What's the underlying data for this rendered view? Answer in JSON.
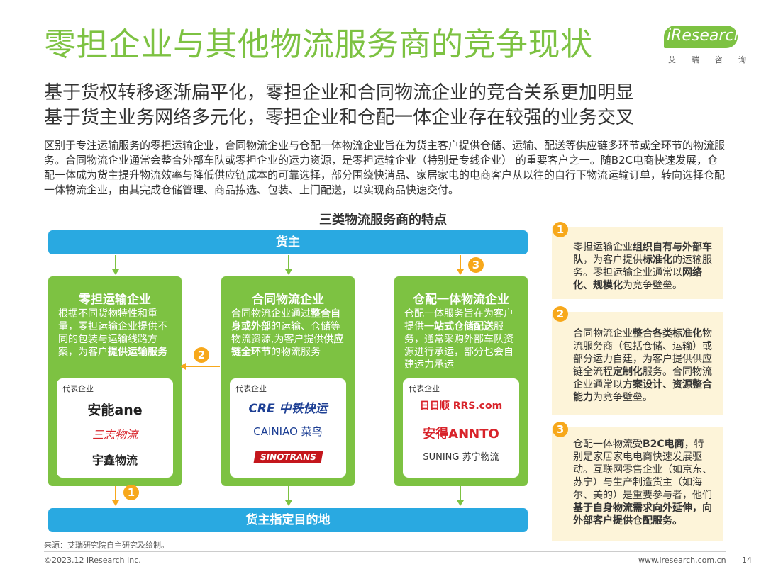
{
  "header": {
    "title": "零担企业与其他物流服务商的竞争现状",
    "logo_text": "iResearch",
    "logo_sub": "艾瑞咨询",
    "subtitle1": "基于货权转移逐渐扁平化，零担企业和合同物流企业的竞合关系更加明显",
    "subtitle2": "基于货主业务网络多元化，零担企业和仓配一体企业存在较强的业务交叉"
  },
  "intro": "区别于专注运输服务的零担运输企业，合同物流企业与仓配一体物流企业旨在为货主客户提供仓储、运输、配送等供应链多环节或全环节的物流服务。合同物流企业通常会整合外部车队或零担企业的运力资源，是零担运输企业（特别是专线企业） 的重要客户之一。随B2C电商快速发展，仓配一体成为货主提升物流效率与降低供应链成本的可靠选择，部分围绕快消品、家居家电的电商客户从以往的自行下物流运输订单，转向选择仓配一体物流企业，由其完成仓储管理、商品拣选、包装、上门配送，以实现商品快速交付。",
  "diagram": {
    "title": "三类物流服务商的特点",
    "top_bar": "货主",
    "bottom_bar": "货主指定目的地",
    "rep_label": "代表企业",
    "cards": [
      {
        "title": "零担运输企业",
        "text_plain": "根据不同货物特性和重量，零担运输企业提供不同的包装与运输线路方案，为客户",
        "text_bold": "提供运输服务",
        "logos": [
          "安能ane",
          "三志物流",
          "宇鑫物流"
        ]
      },
      {
        "title": "合同物流企业",
        "text_a": "合同物流企业通过",
        "text_b": "整合自身或外部",
        "text_c": "的运输、仓储等物流资源,为客户提供",
        "text_d": "供应链全环节",
        "text_e": "的物流服务",
        "logos": [
          "CRE 中铁快运",
          "CAINIAO 菜鸟",
          "SINOTRANS"
        ]
      },
      {
        "title": "仓配一体物流企业",
        "text_a": "仓配一体服务旨在为客户提供",
        "text_b": "一站式仓储配送",
        "text_c": "服务，通常采购外部车队资源进行承运，部分也会自建运力承运",
        "logos": [
          "日日顺 RRS.com",
          "安得ANNTO",
          "SUNING 苏宁物流"
        ]
      }
    ],
    "numbers": [
      "1",
      "2",
      "3"
    ]
  },
  "side": [
    {
      "num": "1",
      "a": "零担运输企业",
      "b": "组织自有与外部车队",
      "c": "，为客户提供",
      "d": "标准化",
      "e": "的运输服务。零担运输企业通常以",
      "f": "网络化、规模化",
      "g": "为竞争壁垒。"
    },
    {
      "num": "2",
      "a": "合同物流企业",
      "b": "整合各类标准化",
      "c": "物流服务商（包括仓储、运输）或部分运力自建，为客户提供供应链全流程",
      "d": "定制化",
      "e": "服务。合同物流企业通常以",
      "f": "方案设计、资源整合能力",
      "g": "为竞争壁垒。"
    },
    {
      "num": "3",
      "a": "仓配一体物流受",
      "b": "B2C电商",
      "c": "，特别是家居家电电商快速发展驱动。互联网零售企业（如京东、苏宁）与生产制造货主（如海尔、美的）是重要参与者，他们",
      "d": "基于自身物流需求向外延伸，向外部客户提供仓配服务。",
      "e": "",
      "f": "",
      "g": ""
    }
  ],
  "footer": {
    "source": "来源：艾瑞研究院自主研究及绘制。",
    "copyright": "©2023.12 iResearch Inc.",
    "website": "www.iresearch.com.cn",
    "page": "14"
  },
  "colors": {
    "green": "#7dc242",
    "blue": "#29a9e1",
    "orange": "#f7a81b",
    "side_bg": "#fdf4d9"
  }
}
